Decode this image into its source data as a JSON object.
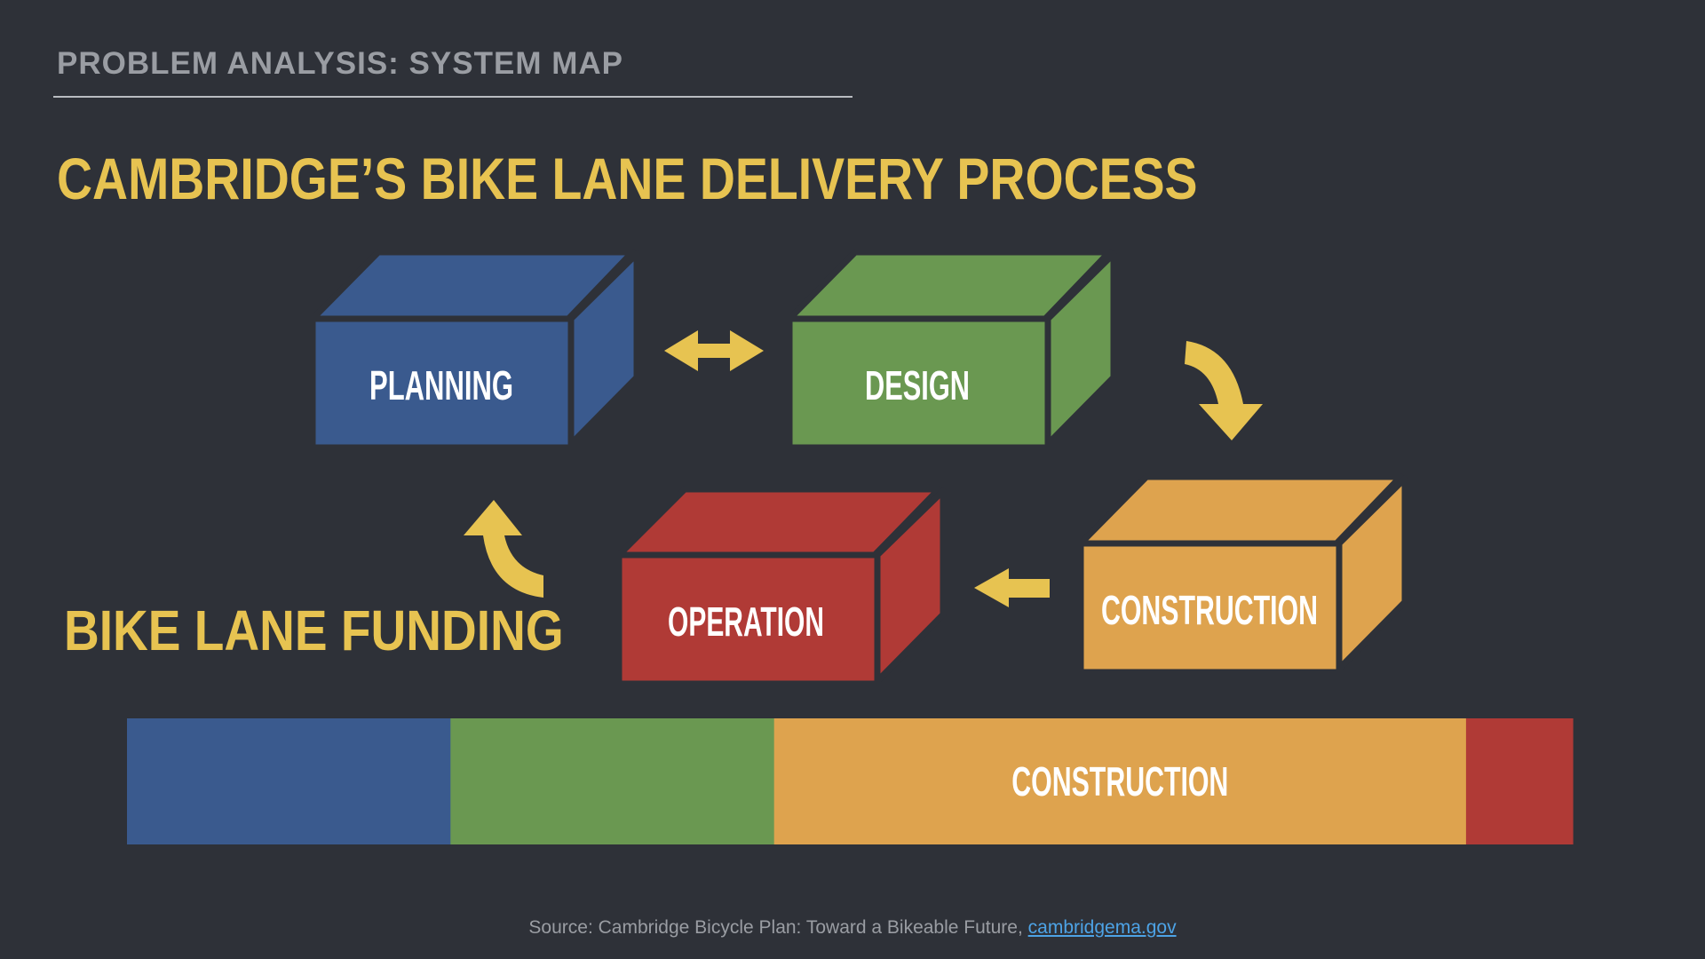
{
  "slide": {
    "kicker": "PROBLEM ANALYSIS: SYSTEM MAP",
    "title": "CAMBRIDGE’S BIKE LANE DELIVERY PROCESS",
    "funding_label": "BIKE LANE FUNDING"
  },
  "process": {
    "stages": [
      {
        "id": "planning",
        "label": "PLANNING",
        "color": "#3a5a8e"
      },
      {
        "id": "design",
        "label": "DESIGN",
        "color": "#6a9851"
      },
      {
        "id": "construction",
        "label": "CONSTRUCTION",
        "color": "#dea34e"
      },
      {
        "id": "operation",
        "label": "OPERATION",
        "color": "#b03a36"
      }
    ],
    "arrow_color": "#e7c351"
  },
  "funding": {
    "segments": [
      {
        "stage": "planning",
        "label": "",
        "share": 0.2238,
        "color": "#3a5a8e"
      },
      {
        "stage": "design",
        "label": "",
        "share": 0.2238,
        "color": "#6a9851"
      },
      {
        "stage": "construction",
        "label": "CONSTRUCTION",
        "share": 0.4786,
        "color": "#dea34e"
      },
      {
        "stage": "operation",
        "label": "",
        "share": 0.0738,
        "color": "#b03a36"
      }
    ]
  },
  "source": {
    "text": "Source: Cambridge Bicycle Plan: Toward a Bikeable Future, ",
    "link_text": "cambridgema.gov"
  }
}
